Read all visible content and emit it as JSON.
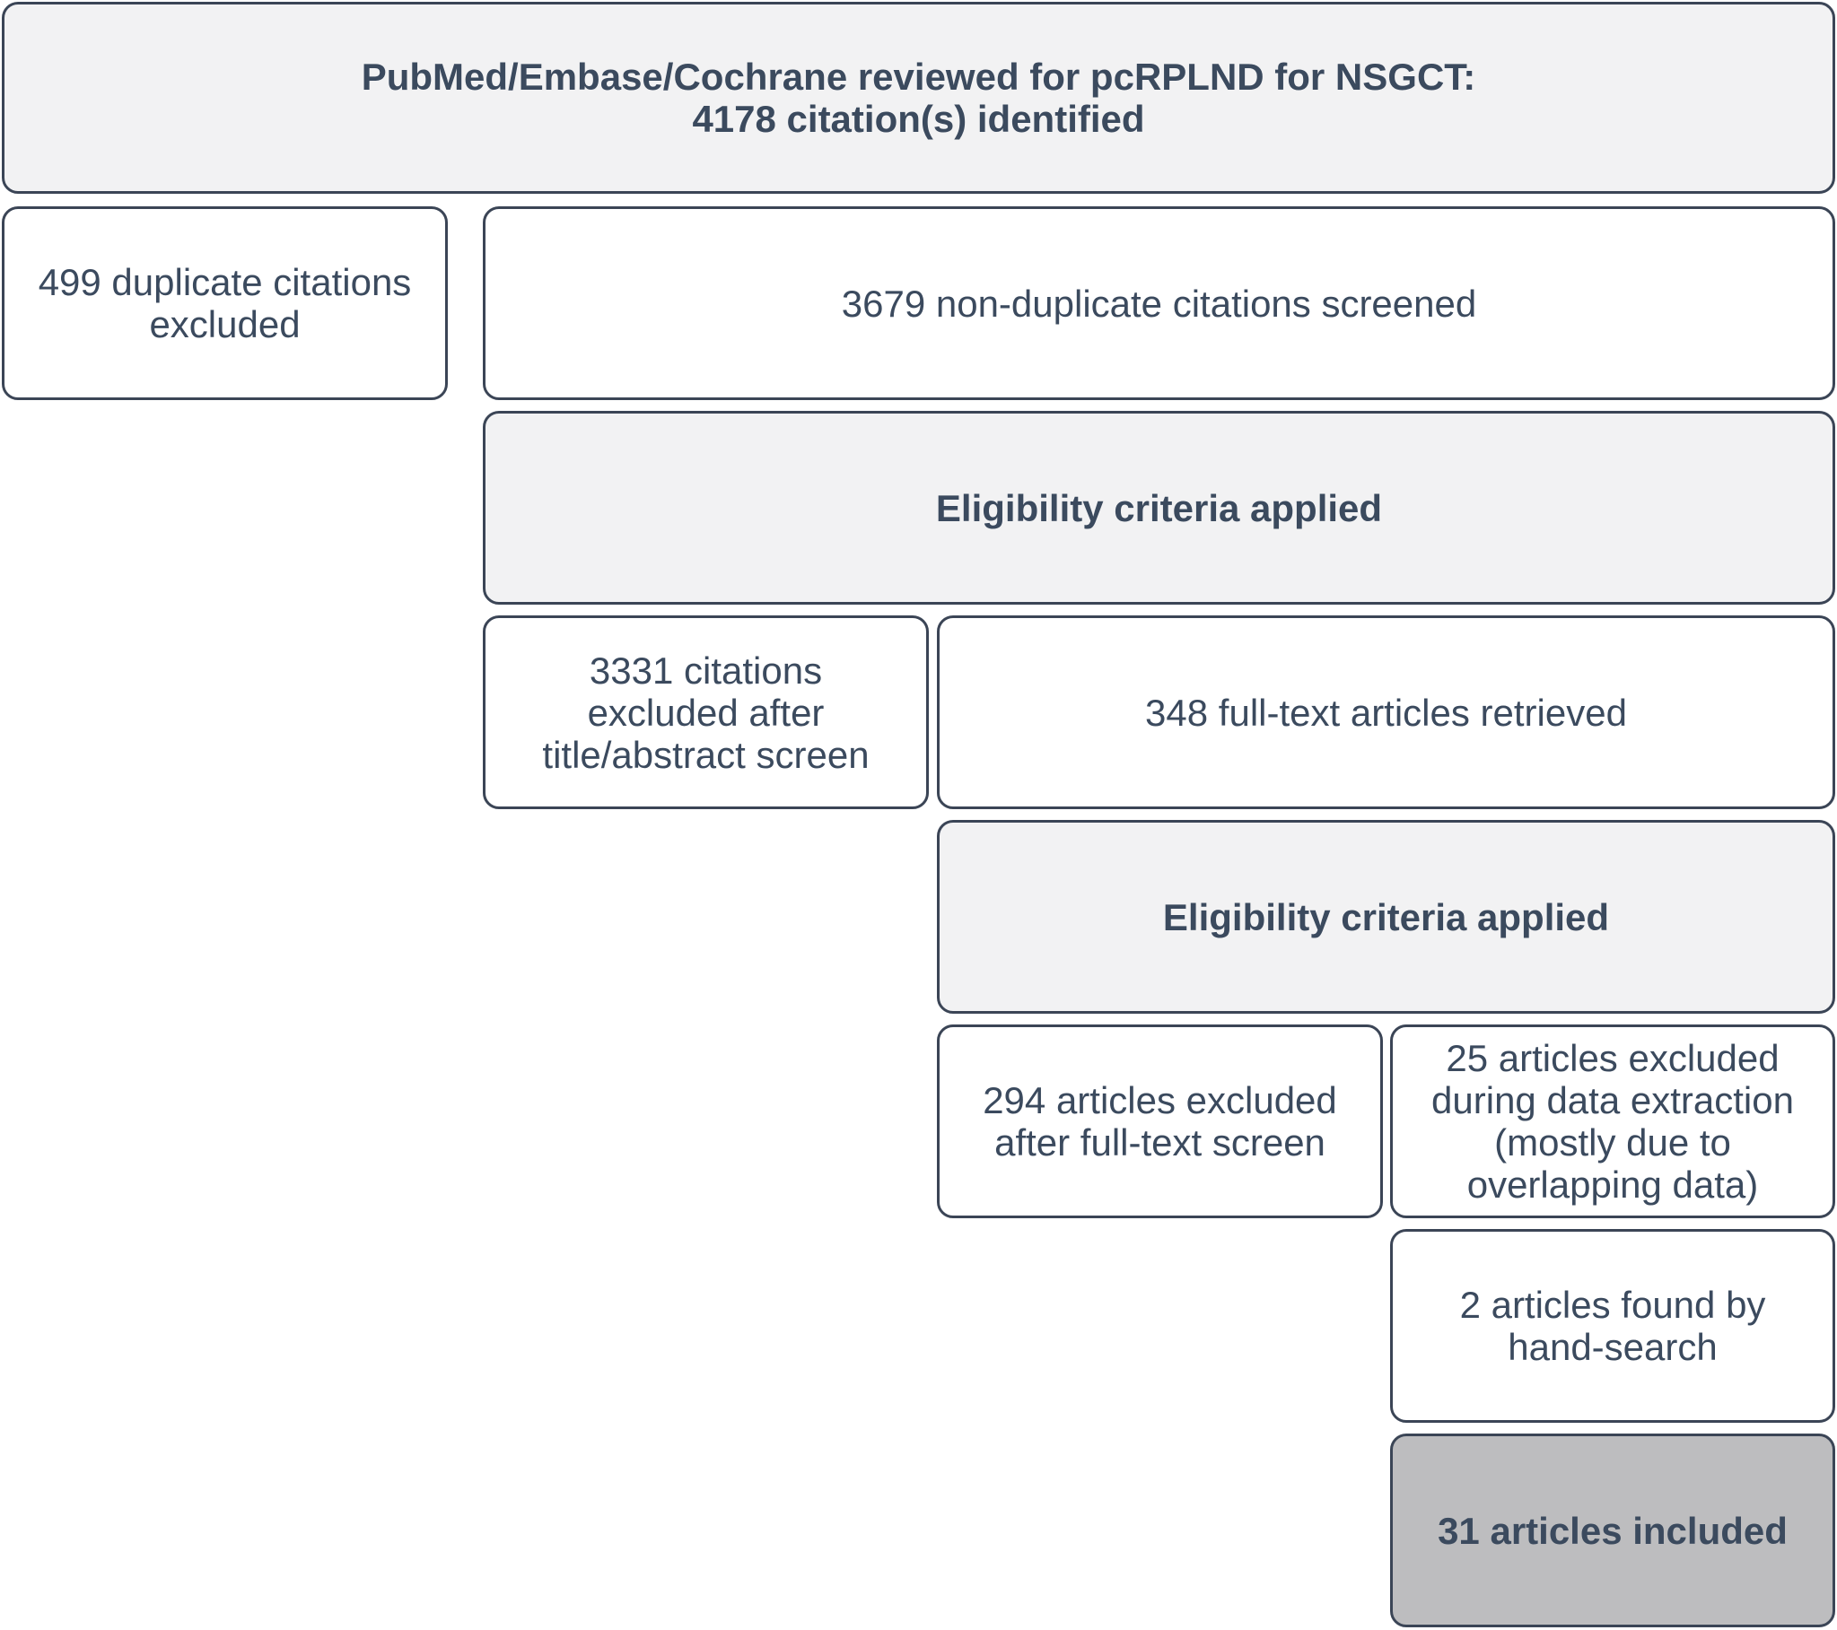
{
  "boxes": {
    "search": {
      "lines": [
        "PubMed/Embase/Cochrane reviewed for pcRPLND for NSGCT:",
        "4178 citation(s) identified"
      ]
    },
    "duplicates_excluded": {
      "lines": [
        "499 duplicate citations",
        "excluded"
      ]
    },
    "screened": {
      "lines": [
        "3679 non-duplicate citations screened"
      ]
    },
    "eligibility_1": {
      "lines": [
        "Eligibility criteria applied"
      ]
    },
    "title_abstract_excluded": {
      "lines": [
        "3331 citations",
        "excluded after",
        "title/abstract screen"
      ]
    },
    "fulltext_retrieved": {
      "lines": [
        "348 full-text articles retrieved"
      ]
    },
    "eligibility_2": {
      "lines": [
        "Eligibility criteria applied"
      ]
    },
    "fulltext_excluded": {
      "lines": [
        "294 articles excluded",
        "after full-text screen"
      ]
    },
    "extraction_excluded": {
      "lines": [
        "25 articles excluded",
        "during data extraction",
        "(mostly due to",
        "overlapping data)"
      ]
    },
    "hand_search": {
      "lines": [
        "2 articles found by",
        "hand-search"
      ]
    },
    "included": {
      "lines": [
        "31 articles included"
      ]
    }
  },
  "colors": {
    "border": "#3b4556",
    "text": "#3b4a5e",
    "fill_white": "#ffffff",
    "fill_light_gray": "#f2f2f3",
    "fill_dark_gray": "#bdbdbf"
  }
}
